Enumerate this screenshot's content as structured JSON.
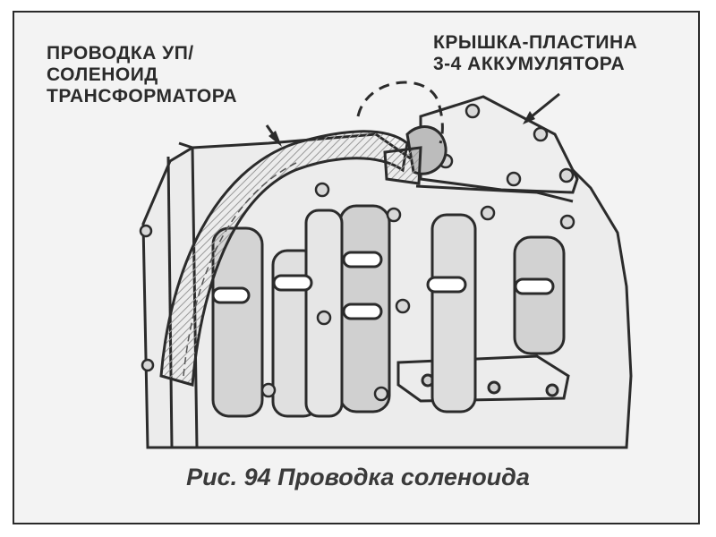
{
  "labels": {
    "wiring": {
      "line1": "ПРОВОДКА УП/",
      "line2": "СОЛЕНОИД",
      "line3": "ТРАНСФОРМАТОРА"
    },
    "cover_plate": {
      "line1": "КРЫШКА-ПЛАСТИНА",
      "line2": "3-4 АККУМУЛЯТОРА"
    }
  },
  "caption": "Рис. 94 Проводка соленоида",
  "colors": {
    "ink": "#2b2b2b",
    "paper": "#f3f3f3",
    "shade": "#c9c9c9"
  }
}
